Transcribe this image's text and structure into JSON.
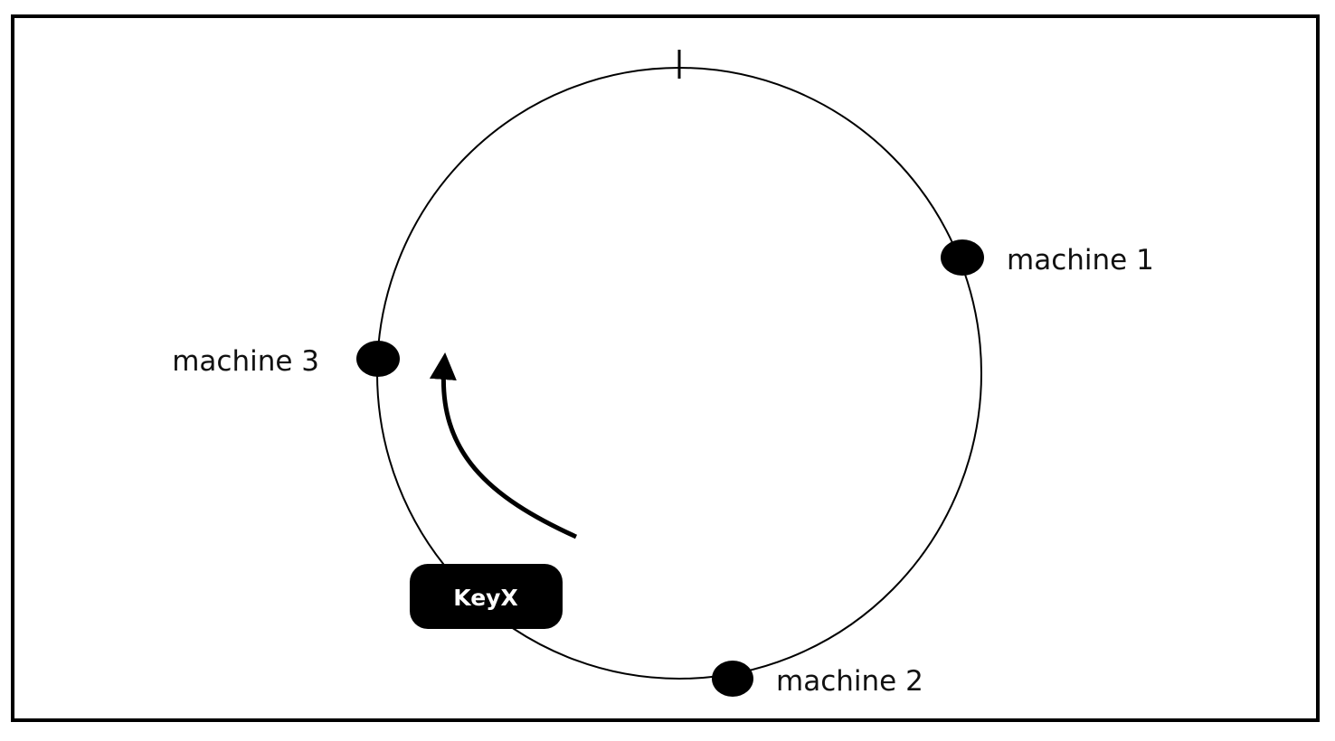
{
  "diagram": {
    "machines": [
      {
        "label": "machine 1"
      },
      {
        "label": "machine 2"
      },
      {
        "label": "machine 3"
      }
    ],
    "key": {
      "label": "KeyX"
    },
    "colors": {
      "stroke": "#000000",
      "node": "#000000",
      "key_fill": "#000000",
      "key_text": "#ffffff"
    }
  }
}
